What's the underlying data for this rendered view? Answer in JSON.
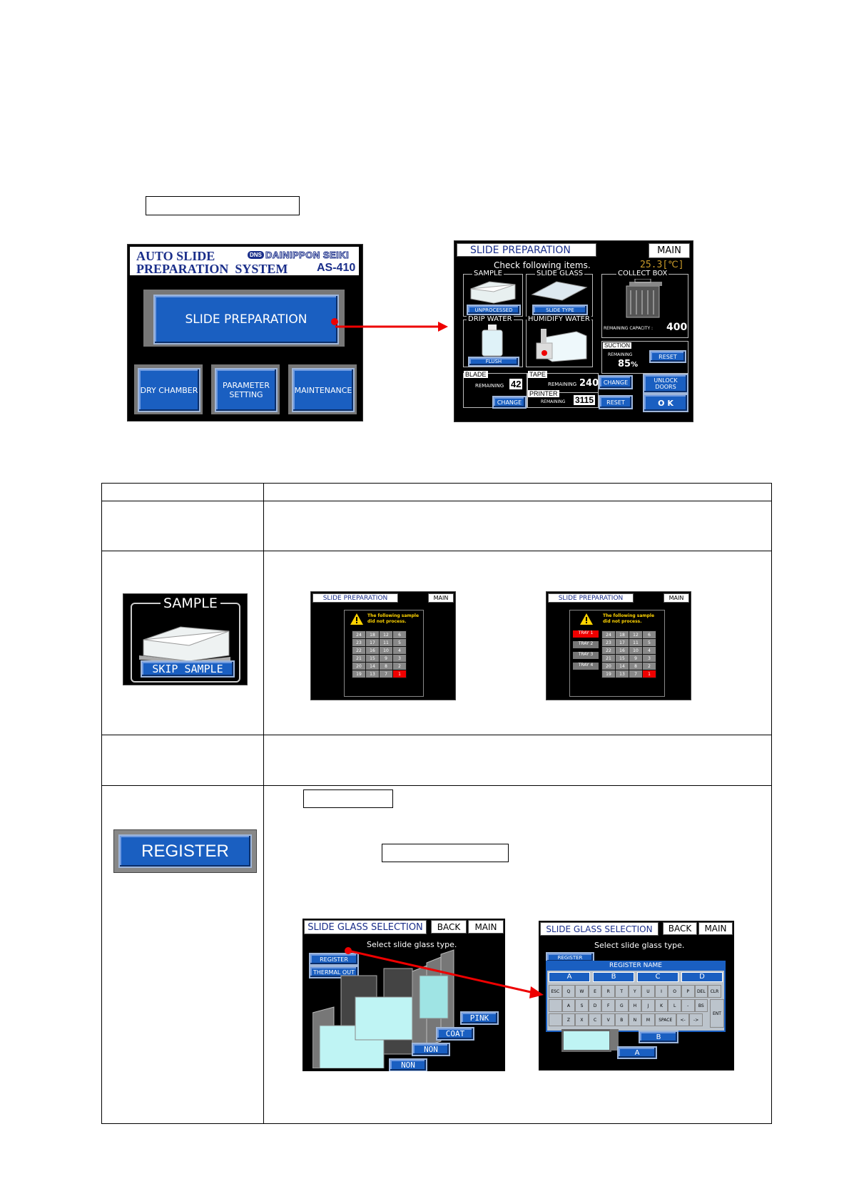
{
  "main_screen": {
    "title_line1": "AUTO  SLIDE",
    "title_line2": "PREPARATION  SYSTEM",
    "brand_badge": "DNS",
    "brand": "DAINIPPON SEIKI",
    "model": "AS-410",
    "slide_prep_btn": "SLIDE PREPARATION",
    "dry_chamber_btn": "DRY CHAMBER",
    "parameter_btn": "PARAMETER SETTING",
    "maintenance_btn": "MAINTENANCE"
  },
  "prep_screen": {
    "title": "SLIDE PREPARATION",
    "main_btn": "MAIN",
    "check_text": "Check following items.",
    "temp_value": "25.3",
    "temp_unit": "[℃]",
    "sample_label": "SAMPLE",
    "sample_btn": "UNPROCESSED",
    "slide_glass_label": "SLIDE GLASS",
    "slide_type_btn": "SLIDE  TYPE",
    "collect_box_label": "COLLECT BOX",
    "remaining_capacity_label": "REMAINING CAPACITY :",
    "remaining_capacity_value": "400",
    "drip_water_label": "DRIP WATER",
    "flush_btn": "FLUSH",
    "humidify_label": "HUMIDIFY WATER",
    "suction_label": "SUCTION",
    "suction_remaining_label": "REMAINING",
    "suction_value": "85",
    "suction_unit": "%",
    "reset_btn": "RESET",
    "blade_label": "BLADE",
    "blade_remaining_label": "REMAINING",
    "blade_value": "42",
    "blade_change_btn": "CHANGE",
    "tape_label": "TAPE",
    "tape_remaining_label": "REMAINING",
    "tape_value": "240",
    "tape_change_btn": "CHANGE",
    "printer_label": "PRINTER",
    "printer_remaining_label": "REMAINING",
    "printer_value": "3115",
    "printer_reset_btn": "RESET",
    "unlock_line1": "UNLOCK",
    "unlock_line2": "DOORS",
    "ok_btn": "O K"
  },
  "sample_panel": {
    "label": "SAMPLE",
    "btn": "SKIP SAMPLE"
  },
  "mini_screen": {
    "title": "SLIDE PREPARATION",
    "main_btn": "MAIN",
    "warn_line1": "The following sample",
    "warn_line2": "did not process.",
    "trays": [
      "TRAY 1",
      "TRAY 2",
      "TRAY 3",
      "TRAY 4"
    ],
    "grid": [
      [
        "24",
        "18",
        "12",
        "6"
      ],
      [
        "23",
        "17",
        "11",
        "5"
      ],
      [
        "22",
        "16",
        "10",
        "4"
      ],
      [
        "21",
        "15",
        "9",
        "3"
      ],
      [
        "20",
        "14",
        "8",
        "2"
      ],
      [
        "19",
        "13",
        "7",
        "1"
      ]
    ]
  },
  "register_btn": "REGISTER",
  "glass_screen_a": {
    "title": "SLIDE GLASS SELECTION",
    "back_btn": "BACK",
    "main_btn": "MAIN",
    "instruction": "Select slide glass type.",
    "register_btn": "REGISTER",
    "thermal_btn": "THERMAL OUT",
    "rack_labels": [
      "PINK",
      "COAT",
      "NON",
      "NON"
    ]
  },
  "glass_screen_b": {
    "title": "SLIDE GLASS SELECTION",
    "back_btn": "BACK",
    "main_btn": "MAIN",
    "instruction": "Select slide glass type.",
    "register_btn": "REGISTER",
    "kb_title": "REGISTER NAME",
    "slots": [
      "A",
      "B",
      "C",
      "D"
    ],
    "row1": [
      "ESC",
      "Q",
      "W",
      "E",
      "R",
      "T",
      "Y",
      "U",
      "I",
      "O",
      "P",
      "DEL",
      "CLR"
    ],
    "row2": [
      "",
      "A",
      "S",
      "D",
      "F",
      "G",
      "H",
      "J",
      "K",
      "L",
      "-",
      "BS"
    ],
    "row3": [
      "",
      "Z",
      "X",
      "C",
      "V",
      "B",
      "N",
      "M",
      "SPACE",
      "<-",
      "->"
    ],
    "ent_key": "ENT",
    "rack_labels": [
      "B",
      "A"
    ]
  }
}
